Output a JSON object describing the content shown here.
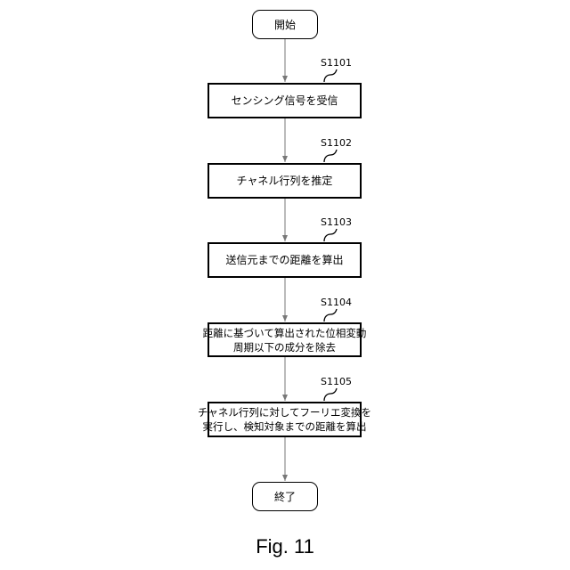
{
  "flow": {
    "start": "開始",
    "end": "終了",
    "steps": [
      {
        "id": "S1101",
        "lines": [
          "センシング信号を受信"
        ]
      },
      {
        "id": "S1102",
        "lines": [
          "チャネル行列を推定"
        ]
      },
      {
        "id": "S1103",
        "lines": [
          "送信元までの距離を算出"
        ]
      },
      {
        "id": "S1104",
        "lines": [
          "距離に基づいて算出された位相変動",
          "周期以下の成分を除去"
        ]
      },
      {
        "id": "S1105",
        "lines": [
          "チャネル行列に対してフーリエ変換を",
          "実行し、検知対象までの距離を算出"
        ]
      }
    ]
  },
  "caption": "Fig. 11"
}
